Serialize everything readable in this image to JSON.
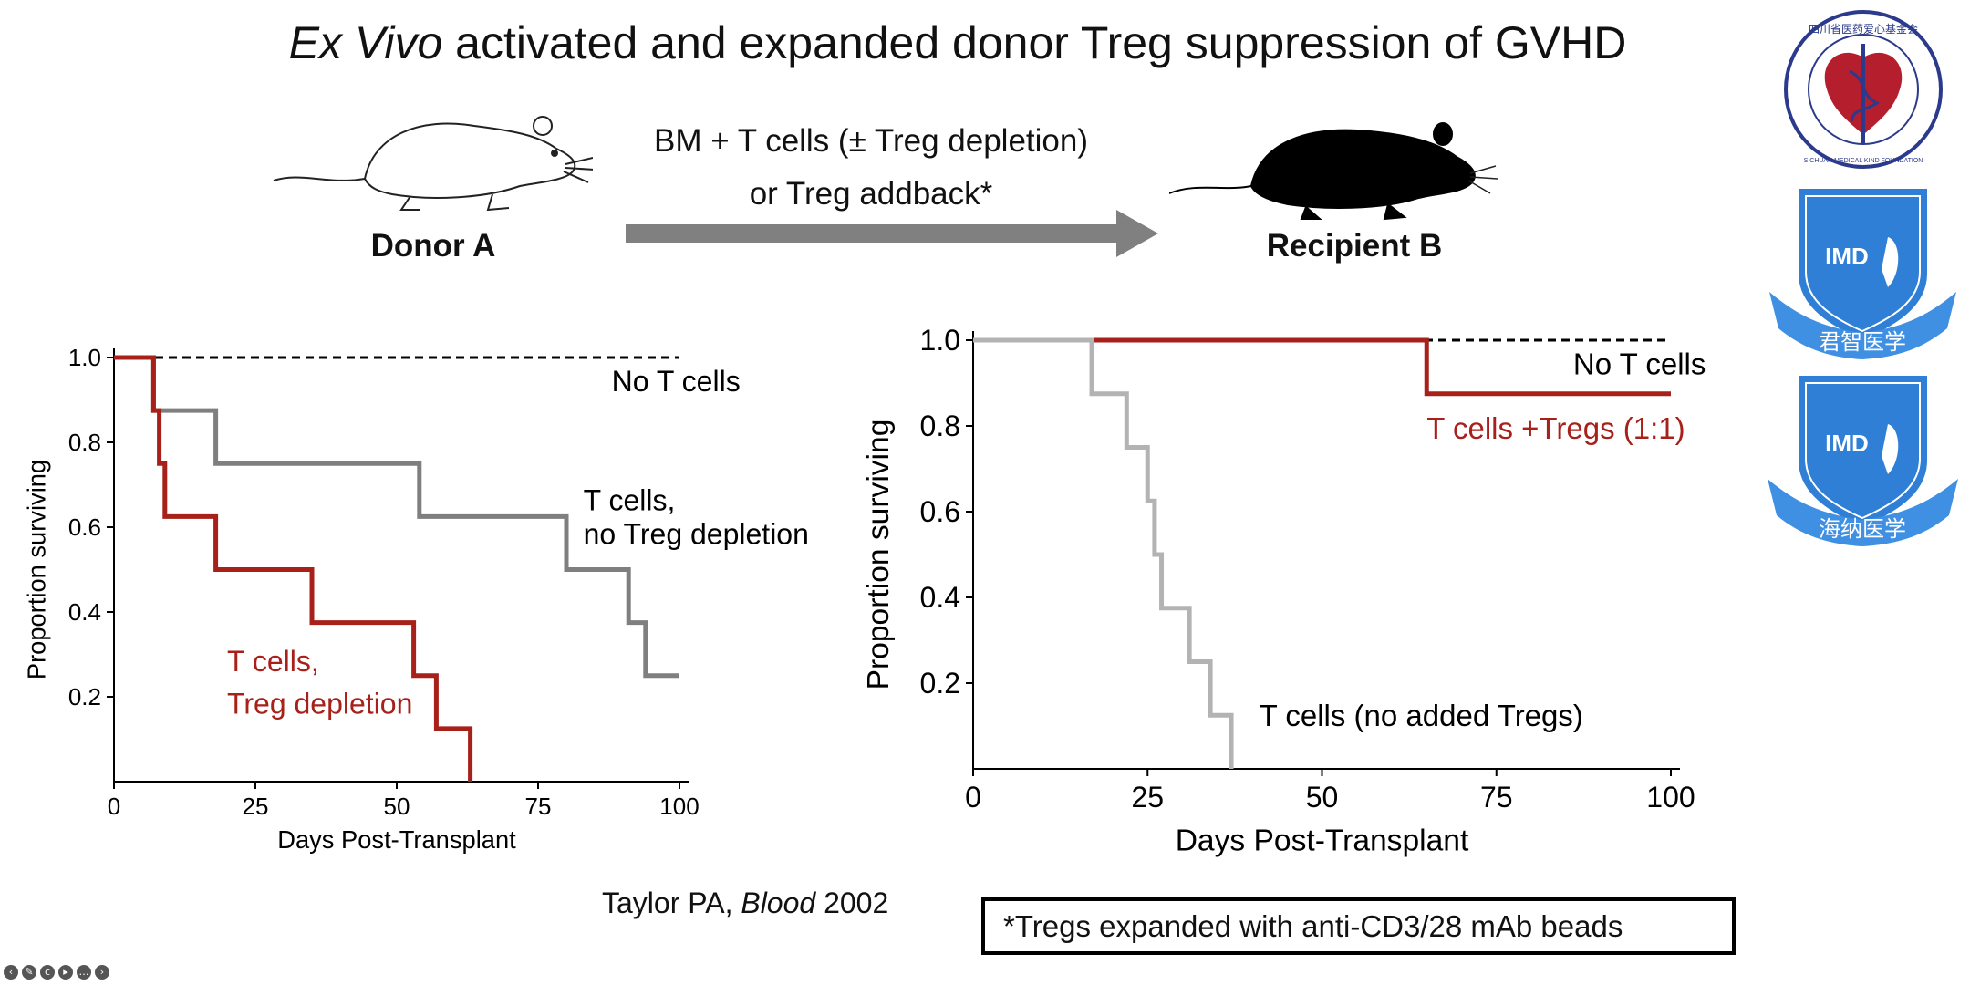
{
  "slide": {
    "title_italic": "Ex Vivo",
    "title_rest": " activated and expanded donor Treg suppression of GVHD",
    "donor_label": "Donor A",
    "recipient_label": "Recipient B",
    "protocol_line1": "BM + T cells (± Treg depletion)",
    "protocol_line2": "or Treg addback*",
    "citation_author": "Taylor PA, ",
    "citation_journal": "Blood",
    "citation_year": " 2002",
    "footnote": "*Tregs expanded with anti-CD3/28 mAb beads",
    "logos": {
      "logo1_text": "四川省医药爱心基金会",
      "logo1_subtext": "SICHUAN MEDICAL KIND FOUNDATION",
      "logo2_text": "IMD",
      "logo2_banner": "君智医学",
      "logo3_text": "IMD",
      "logo3_banner": "海纳医学"
    },
    "toolbar_icons": [
      "back-icon",
      "pen-icon",
      "cc-icon",
      "video-icon",
      "more-icon",
      "forward-icon"
    ]
  },
  "chart_data": [
    {
      "type": "line",
      "xlabel": "Days Post-Transplant",
      "ylabel": "Proportion surviving",
      "xlim": [
        0,
        100
      ],
      "ylim": [
        0,
        1.0
      ],
      "xticks": [
        0,
        25,
        50,
        75,
        100
      ],
      "yticks": [
        0.2,
        0.4,
        0.6,
        0.8,
        1.0
      ],
      "xtick_labels": [
        "0",
        "25",
        "50",
        "75",
        "100"
      ],
      "ytick_labels": [
        "0.2",
        "0.4",
        "0.6",
        "0.8",
        "1.0"
      ],
      "step": true,
      "series": [
        {
          "name": "No T cells",
          "color": "#000000",
          "style": "dashed",
          "x": [
            0,
            100
          ],
          "y": [
            1.0,
            1.0
          ]
        },
        {
          "name": "T cells, no Treg depletion",
          "color": "#7f7f7f",
          "style": "solid",
          "x": [
            0,
            7,
            18,
            54,
            80,
            91,
            94,
            100
          ],
          "y": [
            1.0,
            0.875,
            0.75,
            0.625,
            0.5,
            0.375,
            0.25,
            0.25
          ]
        },
        {
          "name": "T cells, Treg depletion",
          "color": "#a8201a",
          "style": "solid",
          "x": [
            0,
            7,
            8,
            9,
            18,
            35,
            53,
            57,
            63
          ],
          "y": [
            1.0,
            0.875,
            0.75,
            0.625,
            0.5,
            0.375,
            0.25,
            0.125,
            0.0
          ]
        }
      ],
      "annotations": [
        {
          "text": "No T cells",
          "x": 88,
          "y": 0.92
        },
        {
          "text": "T cells,",
          "x": 83,
          "y": 0.64
        },
        {
          "text": "no Treg depletion",
          "x": 83,
          "y": 0.56
        },
        {
          "text": "T cells,",
          "x": 20,
          "y": 0.26
        },
        {
          "text": "Treg depletion",
          "x": 20,
          "y": 0.16
        }
      ]
    },
    {
      "type": "line",
      "xlabel": "Days Post-Transplant",
      "ylabel": "Proportion surviving",
      "xlim": [
        0,
        100
      ],
      "ylim": [
        0,
        1.0
      ],
      "xticks": [
        0,
        25,
        50,
        75,
        100
      ],
      "yticks": [
        0.2,
        0.4,
        0.6,
        0.8,
        1.0
      ],
      "xtick_labels": [
        "0",
        "25",
        "50",
        "75",
        "100"
      ],
      "ytick_labels": [
        "0.2",
        "0.4",
        "0.6",
        "0.8",
        "1.0"
      ],
      "step": true,
      "series": [
        {
          "name": "No T cells",
          "color": "#000000",
          "style": "dashed",
          "x": [
            0,
            100
          ],
          "y": [
            1.0,
            1.0
          ]
        },
        {
          "name": "T cells +Tregs (1:1)",
          "color": "#a8201a",
          "style": "solid",
          "x": [
            0,
            65,
            100
          ],
          "y": [
            1.0,
            0.875,
            0.875
          ]
        },
        {
          "name": "T cells (no added Tregs)",
          "color": "#b3b3b3",
          "style": "solid",
          "x": [
            0,
            17,
            22,
            25,
            26,
            27,
            31,
            34,
            37
          ],
          "y": [
            1.0,
            0.875,
            0.75,
            0.625,
            0.5,
            0.375,
            0.25,
            0.125,
            0.0
          ]
        }
      ],
      "annotations": [
        {
          "text": "No T cells",
          "x": 86,
          "y": 0.92
        },
        {
          "text": "T cells +Tregs (1:1)",
          "x": 65,
          "y": 0.77
        },
        {
          "text": "T cells (no added Tregs)",
          "x": 41,
          "y": 0.1
        }
      ]
    }
  ]
}
